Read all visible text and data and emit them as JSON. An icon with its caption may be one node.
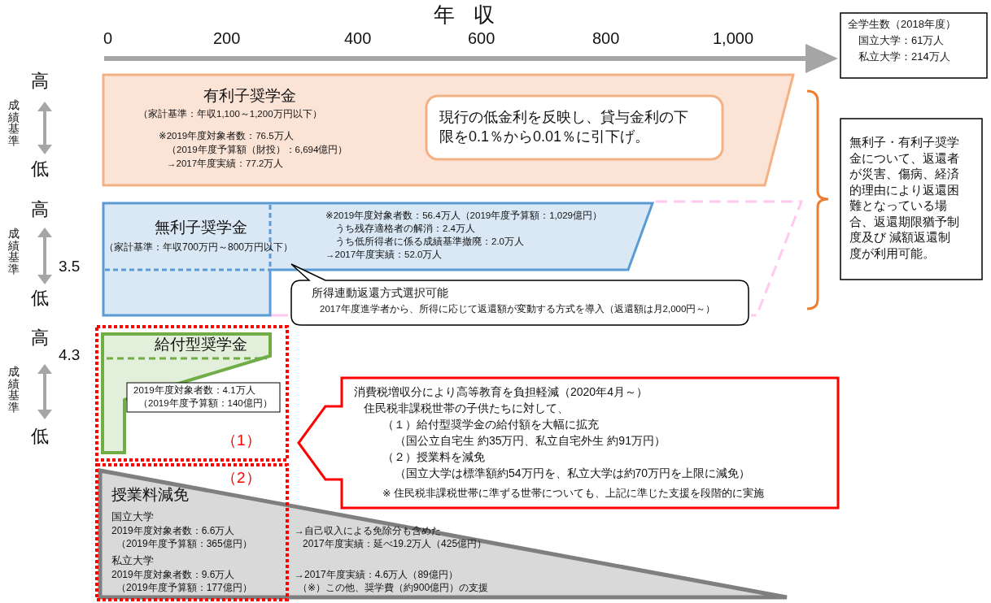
{
  "diagram": {
    "nodes": [
      {
        "text": [
          "有利子奨学金",
          "（家計基準：年収1,100～1,200万円以下）",
          "※2019年度対象者数：76.5万人",
          "（2019年度予算額（財投）：6,694億円）",
          "→2017年度実績：77.2万人"
        ]
      },
      {
        "text": [
          "現行の低金利を反映し、貸与金利の下限を0.1％から0.01％に引下げ。"
        ],
        "in": 0
      },
      {
        "text": [
          "無利子奨学金",
          "（家計基準：年収700万円～800万円以下）",
          "※2019年度対象者数：56.4万人（2019年度予算額：1,029億円）",
          "うち残存適格者の解消：2.4万人",
          "うち低所得者に係る成績基準撤廃：2.0万人",
          "→2017年度実績：52.0万人"
        ]
      },
      {
        "text": [
          "所得連動返還方式選択可能",
          "2017年度進学者から、所得に応じて返還額が変動する方式を導入（返還額は月2,000円～）"
        ]
      },
      {
        "text": [
          "（1）"
        ]
      },
      {
        "text": [
          "給付型奨学金"
        ],
        "in": 4
      },
      {
        "text": [
          "2019年度対象者数：4.1万人",
          "（2019年度予算額：140億円）"
        ],
        "in": 4
      },
      {
        "text": [
          "授業料減免",
          "国立大学",
          "2019年度対象者数：6.6万人",
          "（2019年度予算額：365億円）",
          "→自己収入による免除分も含めた",
          "2017年度実績：延べ19.2万人（425億円）",
          "私立大学",
          "2019年度対象者数：9.6万人",
          "（2019年度予算額：177億円）",
          "→2017年度実績：4.6万人（89億円）",
          "（※）この他、奨学費（約900億円）の支援"
        ]
      },
      {
        "text": [
          "消費税増収分により高等教育を負担軽減（2020年4月～）",
          "住民税非課税世帯の子供たちに対して、",
          "（１）給付型奨学金の給付額を大幅に拡充",
          "（国公立自宅生 約35万円、私立自宅外生 約91万円）",
          "（２）授業料を減免",
          "（国立大学は標準額約54万円を、私立大学は約70万円を上限に減免）",
          "※ 住民税非課税世帯に準ずる世帯についても、上記に準じた支援を段階的に実施"
        ]
      },
      {
        "text": [
          "全学生数（2018年度）",
          "国立大学：61万人",
          "私立大学：214万人"
        ]
      },
      {
        "text": [
          "無利子・有利子奨学金について、返還者が災害、傷病、経済的理由により返還困難となっている場合、返還期限猶予制度及び 減額返還制度が利用可能。"
        ]
      }
    ],
    "labels": [
      "年収",
      "0",
      "200",
      "400",
      "600",
      "800",
      "1,000",
      "高",
      "成績基準",
      "低",
      "高",
      "成績基準",
      "3.5",
      "低",
      "高",
      "4.3",
      "成績基準",
      "低",
      "（2）"
    ]
  }
}
